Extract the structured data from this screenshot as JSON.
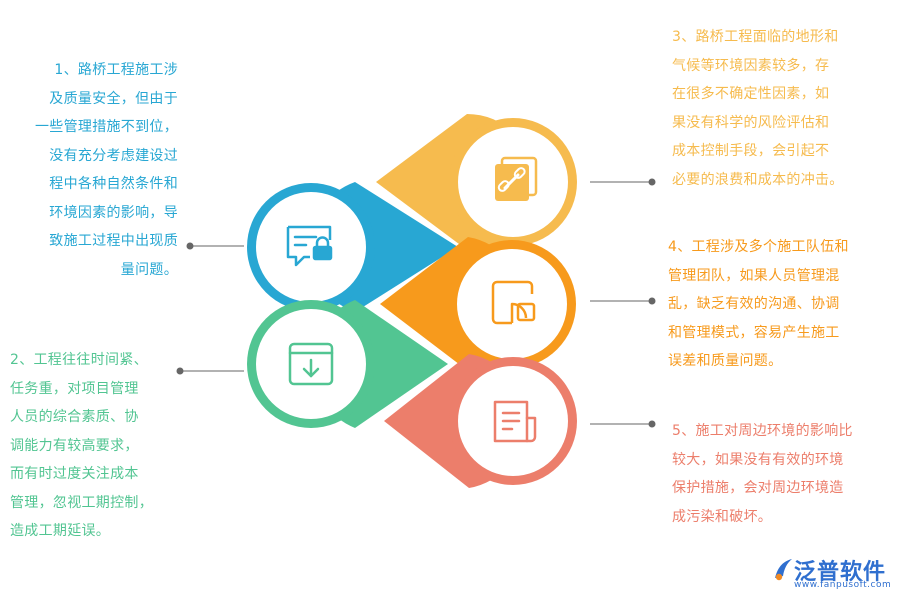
{
  "colors": {
    "blue": "#28a7d3",
    "yellow": "#f6bb4e",
    "orange": "#f79a1c",
    "green": "#52c592",
    "red": "#ec7e6b",
    "connector": "#666666",
    "brand": "#2f6fcf"
  },
  "items": [
    {
      "id": 1,
      "side": "left",
      "color": "blue",
      "icon": "message-lock-icon",
      "lines": [
        "1、路桥工程施工涉",
        "及质量安全，但由于",
        "一些管理措施不到位，",
        "没有充分考虑建设过",
        "程中各种自然条件和",
        "环境因素的影响，导",
        "致施工过程中出现质",
        "量问题。"
      ]
    },
    {
      "id": 2,
      "side": "left",
      "color": "green",
      "icon": "download-box-icon",
      "lines": [
        "2、工程往往时间紧、",
        "任务重，对项目管理",
        "人员的综合素质、协",
        "调能力有较高要求，",
        "而有时过度关注成本",
        "管理，忽视工期控制，",
        "造成工期延误。"
      ]
    },
    {
      "id": 3,
      "side": "right",
      "color": "yellow",
      "icon": "link-icon",
      "lines": [
        "3、路桥工程面临的地形和",
        "气候等环境因素较多，存",
        "在很多不确定性因素，如",
        "果没有科学的风险评估和",
        "成本控制手段，会引起不",
        "必要的浪费和成本的冲击。"
      ]
    },
    {
      "id": 4,
      "side": "right",
      "color": "orange",
      "icon": "pie-window-icon",
      "lines": [
        "4、工程涉及多个施工队伍和",
        "管理团队，如果人员管理混",
        "乱，缺乏有效的沟通、协调",
        "和管理模式，容易产生施工",
        "误差和质量问题。"
      ]
    },
    {
      "id": 5,
      "side": "right",
      "color": "red",
      "icon": "document-icon",
      "lines": [
        "5、施工对周边环境的影响比",
        "较大，如果没有有效的环境",
        "保护措施，会对周边环境造",
        "成污染和破坏。"
      ]
    }
  ],
  "logo": {
    "name": "泛普软件",
    "url": "www.fanpusoft.com",
    "icon": "fanpu-logo-icon"
  }
}
